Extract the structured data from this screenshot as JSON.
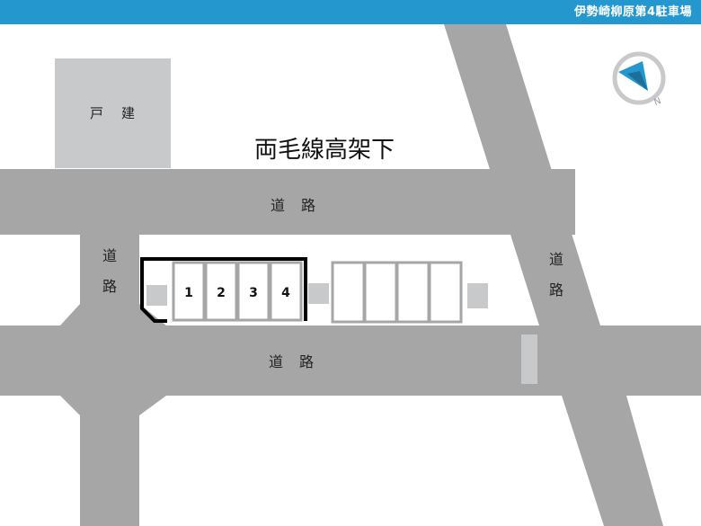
{
  "header": {
    "title": "伊勢崎柳原第4駐車場",
    "accent_color": "#2597cf"
  },
  "map": {
    "area_label": "両毛線高架下",
    "house_label": "戸建",
    "roads": {
      "upper": "道路",
      "lower": "道路",
      "left": "道路",
      "right": "道路"
    },
    "compass": {
      "icon": "compass-icon",
      "north_label": "N",
      "color": "#2597cf"
    },
    "parking_lot": {
      "slots": [
        "1",
        "2",
        "3",
        "4"
      ],
      "unlabeled_slot_count": 4
    },
    "colors": {
      "road": "#a6a6a6",
      "building": "#c8c9cb",
      "slot_outline": "#a6a6a6",
      "lot_border": "#000000"
    }
  }
}
